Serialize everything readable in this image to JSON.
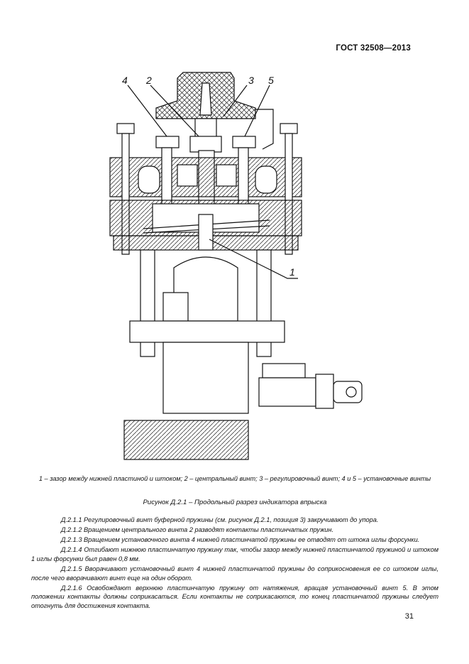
{
  "header": {
    "standard": "ГОСТ 32508—2013"
  },
  "figure": {
    "labels": [
      "4",
      "2",
      "3",
      "5",
      "1"
    ],
    "legend": "1 – зазор между нижней пластиной и штоком; 2 – центральный винт; 3 – регулировочный винт; 4 и 5 – установочные винты",
    "title": "Рисунок Д.2.1 – Продольный разрез индикатора впрыска"
  },
  "paragraphs": [
    "Д.2.1.1 Регулировочный винт буферной пружины (см. рисунок Д.2.1, позиция 3) закручивают до упора.",
    "Д.2.1.2 Вращением центрального винта 2 разводят контакты пластинчатых пружин.",
    "Д.2.1.3 Вращением установочного винта 4 нижней пластинчатой пружины ее отводят от штока иглы форсунки.",
    "Д.2.1.4 Отгибают нижнюю пластинчатую пружину так, чтобы зазор между нижней пластинчатой пружиной и штоком 1 иглы форсунки был равен 0,8 мм.",
    "Д.2.1.5 Вворачивают установочный винт 4 нижней пластинчатой пружины до соприкосновения ее со штоком иглы, после чего вворачивают винт еще на один оборот.",
    "Д.2.1.6 Освобождают верхнюю пластинчатую пружину от натяжения, вращая установочный винт 5. В этом положении контакты должны соприкасаться. Если контакты не соприкасаются, то конец пластинчатой пружины следует отогнуть для достижения контакта."
  ],
  "page_number": "31"
}
